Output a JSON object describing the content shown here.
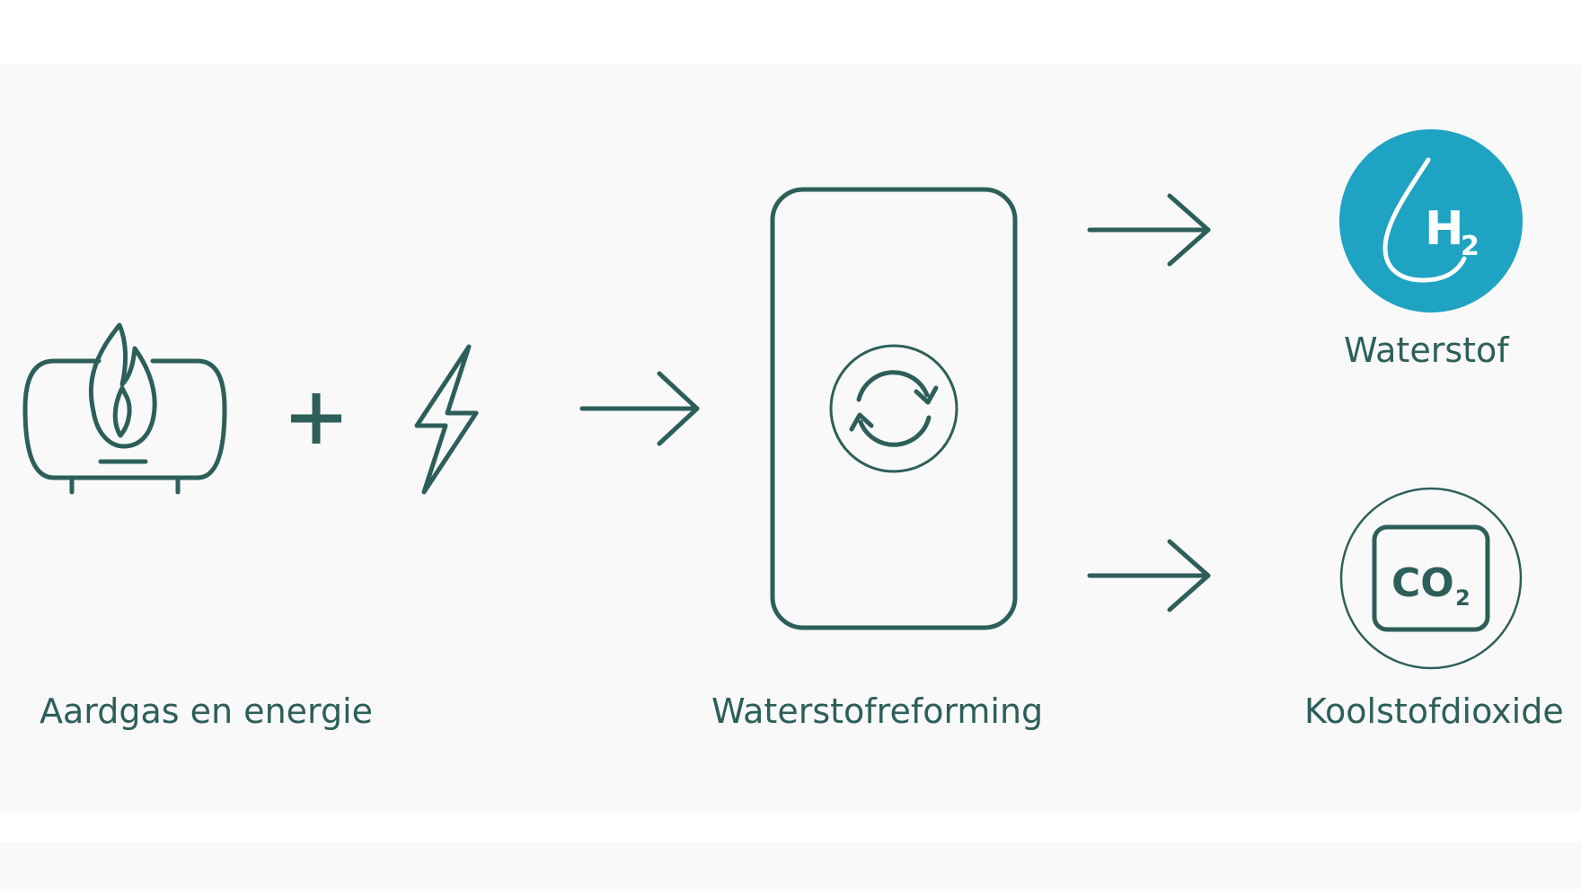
{
  "labels": {
    "input": "Aardgas en energie",
    "process": "Waterstofreforming",
    "output_hydrogen": "Waterstof",
    "output_co2": "Koolstofdioxide"
  },
  "icons": {
    "input_gas": "gas-tank-flame-icon",
    "plus": "plus-icon",
    "energy": "lightning-bolt-icon",
    "process": "cycle-arrows-icon",
    "hydrogen": "hydrogen-droplet-icon",
    "co2": "co2-icon"
  },
  "formulas": {
    "hydrogen_main": "H",
    "hydrogen_sub": "2",
    "co2_main": "CO",
    "co2_sub": "2"
  },
  "colors": {
    "stroke": "#2d5f5a",
    "accent": "#1fa3c2",
    "background": "#f9f9f9"
  }
}
